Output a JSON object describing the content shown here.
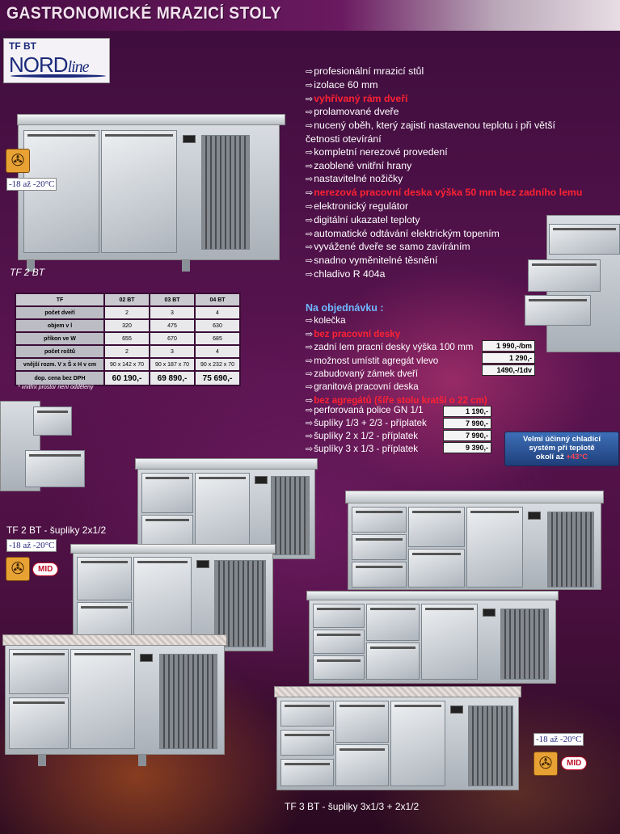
{
  "header": {
    "title": "GASTRONOMICKÉ MRAZICÍ STOLY"
  },
  "logo": {
    "model": "TF BT",
    "brand_caps": "NORD",
    "brand_script": "line"
  },
  "badges": {
    "temp_1": "-18 až -20°C",
    "temp_2": "-18 až -20°C",
    "temp_3": "-18 až -20°C",
    "mid_1": "MID",
    "mid_2": "MID"
  },
  "captions": {
    "tf2": "TF 2 BT",
    "tf2_drawers": "TF 2 BT - šupliky 2x1/2",
    "tf3_drawers": "TF 3 BT - šupliky 3x1/3 + 2x1/2"
  },
  "features": [
    {
      "text": "profesionální mrazicí stůl",
      "red": false
    },
    {
      "text": "izolace 60 mm",
      "red": false
    },
    {
      "text": "vyhřívaný rám dveří",
      "red": true
    },
    {
      "text": "prolamované dveře",
      "red": false
    },
    {
      "text": "nucený oběh, který zajistí nastavenou teplotu i při větší četnosti otevírání",
      "red": false
    },
    {
      "text": "kompletní nerezové provedení",
      "red": false
    },
    {
      "text": "zaoblené vnitřní hrany",
      "red": false
    },
    {
      "text": "nastavitelné nožičky",
      "red": false
    },
    {
      "text": "nerezová pracovní deska výška 50 mm bez zadního lemu",
      "red": true
    },
    {
      "text": "elektronický regulátor",
      "red": false
    },
    {
      "text": "digitální ukazatel teploty",
      "red": false
    },
    {
      "text": "automatické odtávání elektrickým topením",
      "red": false
    },
    {
      "text": "vyvážené dveře se samo zavíráním",
      "red": false
    },
    {
      "text": "snadno vyměnitelné těsnění",
      "red": false
    },
    {
      "text": "chladivo R 404a",
      "red": false
    }
  ],
  "spec_table": {
    "headers": [
      "TF",
      "02 BT",
      "03 BT",
      "04 BT"
    ],
    "rows": [
      {
        "label": "počet dveří",
        "values": [
          "2",
          "3",
          "4"
        ]
      },
      {
        "label": "objem v l",
        "values": [
          "320",
          "475",
          "630"
        ]
      },
      {
        "label": "příkon ve W",
        "values": [
          "655",
          "670",
          "685"
        ]
      },
      {
        "label": "počet roštů",
        "values": [
          "2",
          "3",
          "4"
        ]
      },
      {
        "label": "vnější rozm. V x Š x H v cm",
        "values": [
          "90 x 142 x 70",
          "90 x 187 x 70",
          "90 x 232 x 70"
        ]
      },
      {
        "label": "dop. cena bez DPH",
        "values": [
          "60 190,-",
          "69 890,-",
          "75 690,-"
        ]
      }
    ],
    "note": "* vnitřní prostor není oddělený"
  },
  "order": {
    "title": "Na objednávku :",
    "items": [
      {
        "text": "kolečka",
        "red": false
      },
      {
        "text": "bez pracovní desky",
        "red": true
      },
      {
        "text": "zadní lem pracní desky výška 100 mm",
        "red": false
      },
      {
        "text": "možnost umístit agregát vlevo",
        "red": false
      },
      {
        "text": "zabudovaný zámek dveří",
        "red": false
      },
      {
        "text": "granitová pracovní deska",
        "red": false
      },
      {
        "text": "bez agregátů (šíře stolu kratší o 22 cm)",
        "red": true
      }
    ],
    "prices": [
      "1 990,-/bm",
      "1 290,-",
      "1490,-/1dv"
    ]
  },
  "options": {
    "items": [
      {
        "text": "perforovaná police GN 1/1",
        "price": "1 190,-"
      },
      {
        "text": "šuplíky 1/3 + 2/3 - příplatek",
        "price": "7 990,-"
      },
      {
        "text": "šuplíky 2 x 1/2 - příplatek",
        "price": "7 990,-"
      },
      {
        "text": "šuplíky 3 x 1/3 - příplatek",
        "price": "9 390,-"
      }
    ]
  },
  "info_box": {
    "line1": "Velmi účinný chladící",
    "line2": "systém při teplotě",
    "line3_prefix": "okolí až ",
    "line3_value": "+43°C"
  },
  "colors": {
    "accent_red": "#ff2233",
    "brand_blue": "#1b2a7a",
    "order_title_blue": "#6fb8ff",
    "badge_orange": "#e8a234"
  },
  "icons": [
    "fan-icon",
    "arrow-right-icon"
  ]
}
